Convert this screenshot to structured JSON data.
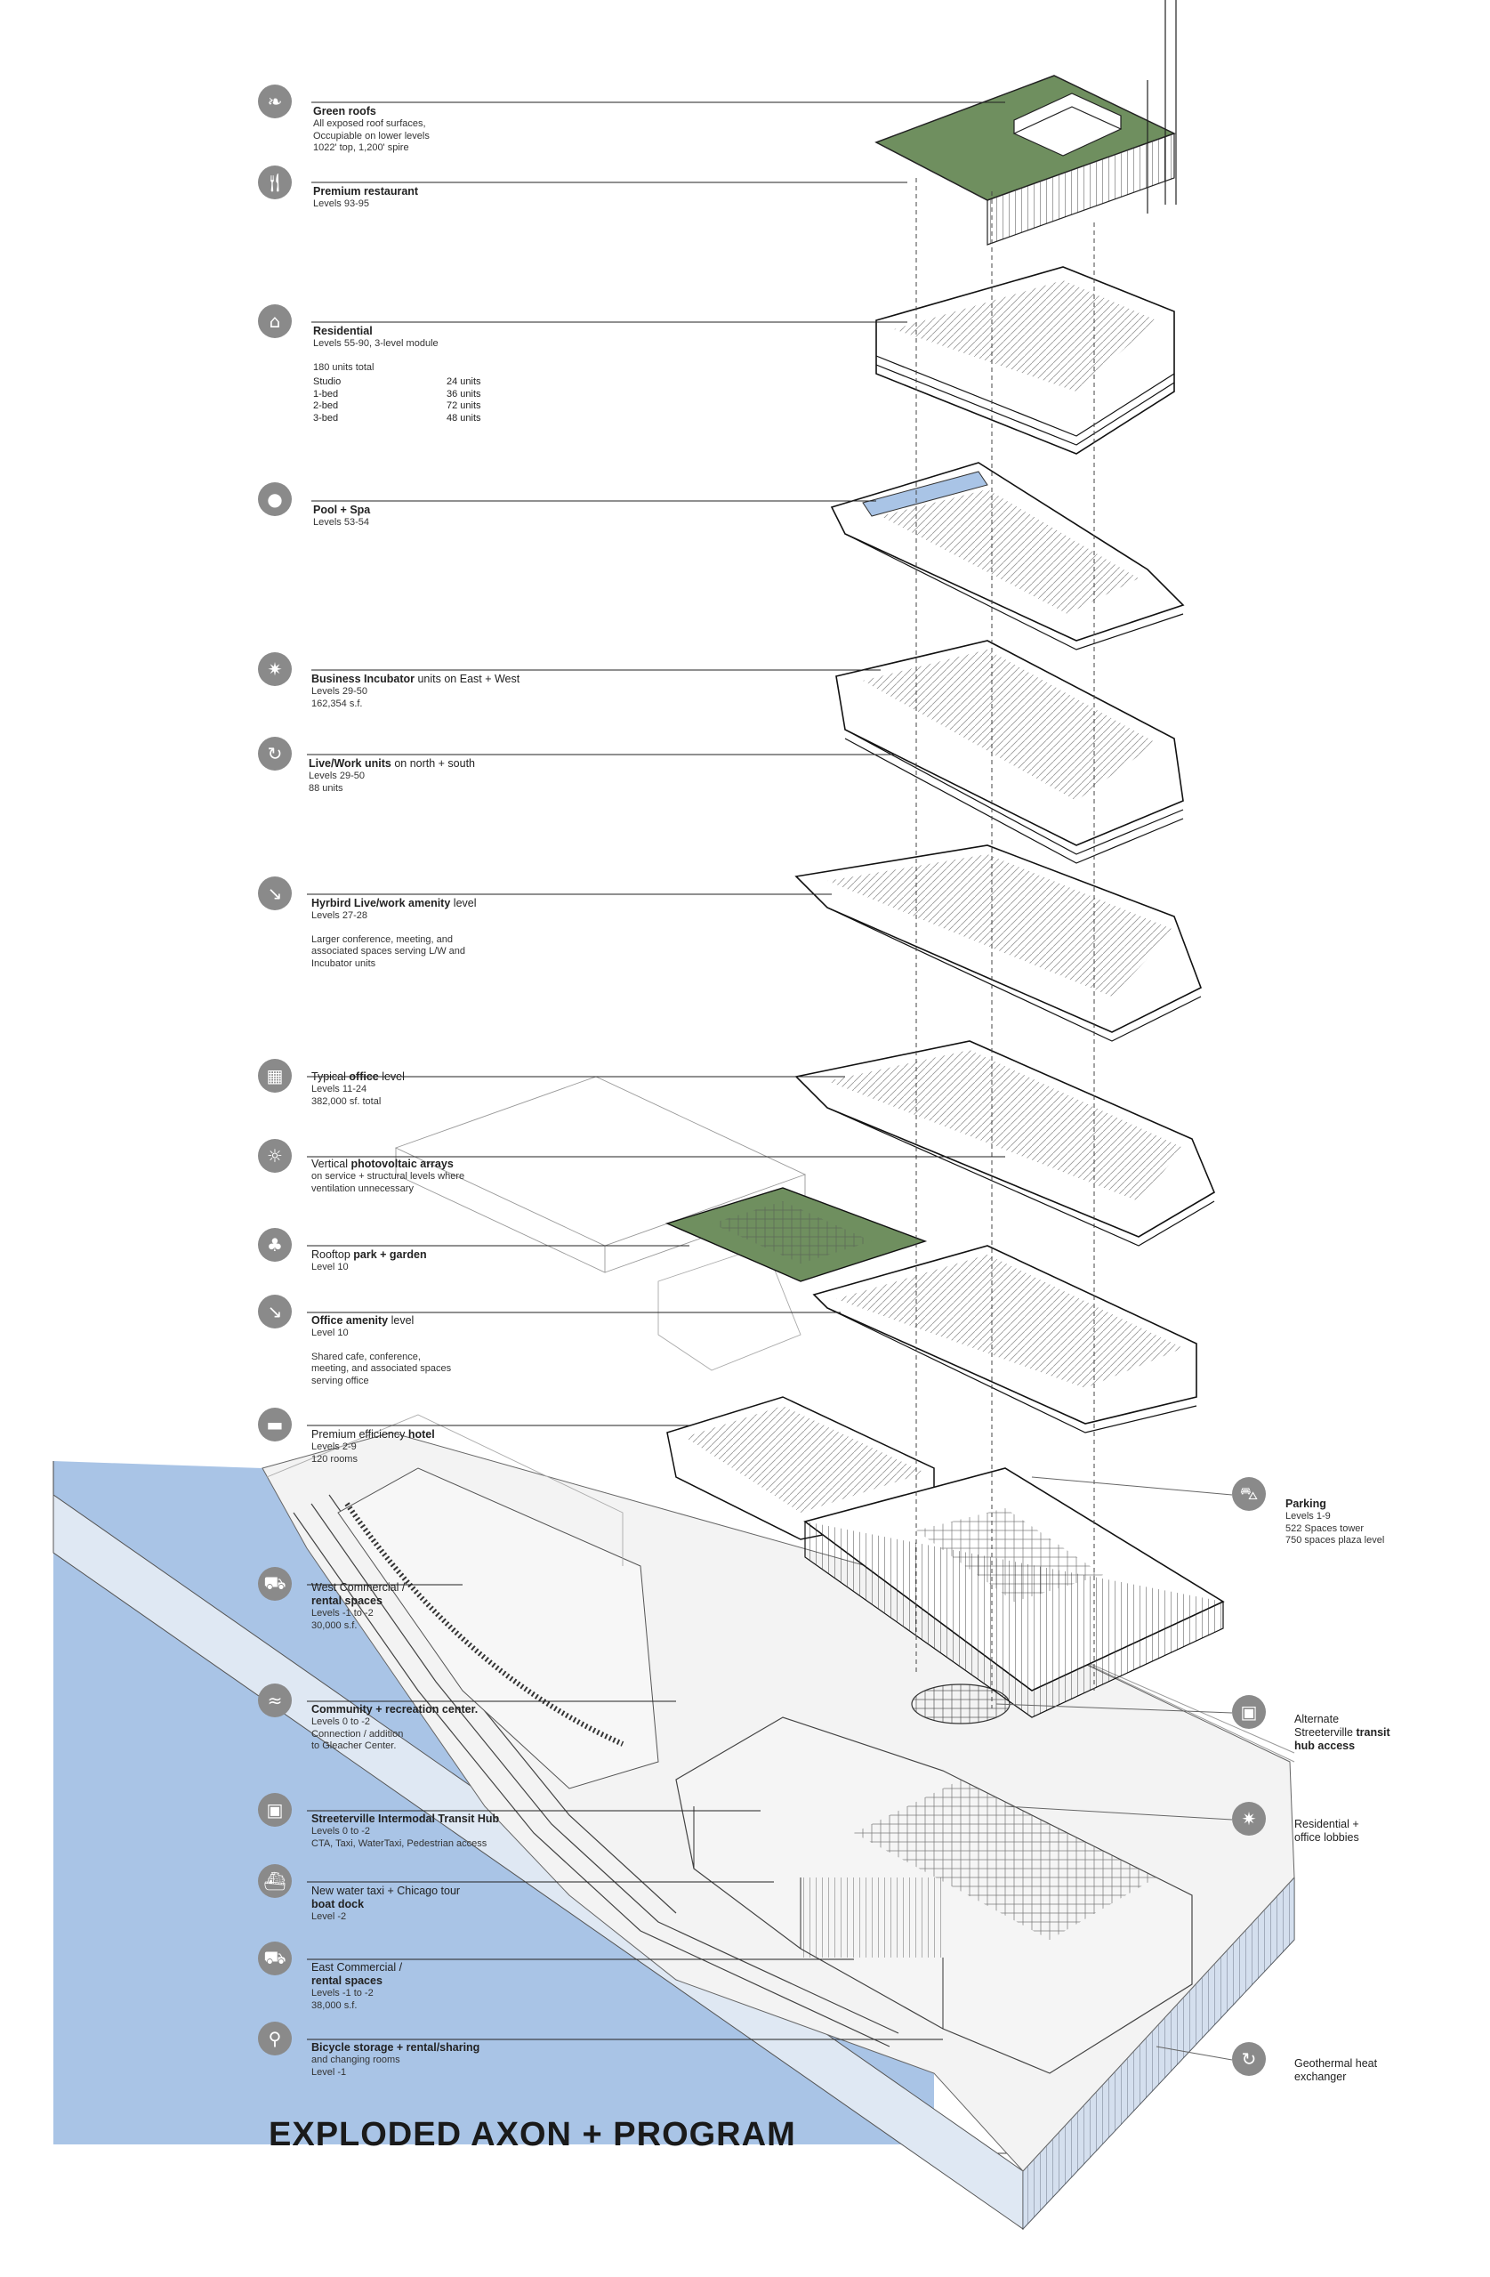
{
  "title": "EXPLODED AXON + PROGRAM",
  "colors": {
    "water": "#a9c4e6",
    "green_roof": "#6f8f5f",
    "icon": "#8a8a8a",
    "line": "#222222"
  },
  "labels": [
    {
      "id": "green-roofs",
      "icon": "leaf-icon",
      "title_bold": "Green roofs",
      "title_rest": "",
      "lines": [
        "All exposed roof surfaces,",
        "Occupiable on lower levels",
        "1022' top, 1,200' spire"
      ]
    },
    {
      "id": "premium-restaurant",
      "icon": "fork-knife-icon",
      "title_bold": "Premium restaurant",
      "title_rest": "",
      "lines": [
        "Levels 93-95"
      ]
    },
    {
      "id": "residential",
      "icon": "house-icon",
      "title_bold": "Residential",
      "title_rest": "",
      "lines": [
        "Levels 55-90,  3-level module",
        "",
        "180 units total"
      ]
    },
    {
      "id": "pool-spa",
      "icon": "drop-icon",
      "title_bold": "Pool + Spa",
      "title_rest": "",
      "lines": [
        "Levels 53-54"
      ]
    },
    {
      "id": "business-incubator",
      "icon": "compass-star-icon",
      "title_bold": "Business Incubator",
      "title_rest": " units on East + West",
      "lines": [
        "Levels 29-50",
        "162,354 s.f."
      ]
    },
    {
      "id": "live-work-units",
      "icon": "recycle-arrow-icon",
      "title_bold": "Live/Work units",
      "title_rest": " on north + south",
      "lines": [
        "Levels 29-50",
        "88 units"
      ]
    },
    {
      "id": "hybrid-amenity",
      "icon": "arrow-down-right-icon",
      "title_bold": "Hyrbird Live/work amenity",
      "title_rest": " level",
      "lines": [
        "Levels 27-28",
        "",
        "Larger conference, meeting, and",
        "associated spaces serving  L/W and",
        "Incubator units"
      ]
    },
    {
      "id": "typical-office",
      "icon": "office-building-icon",
      "title_pre": "Typical ",
      "title_bold": "office",
      "title_rest": " level",
      "lines": [
        "Levels 11-24",
        "382,000 sf. total"
      ]
    },
    {
      "id": "photovoltaic",
      "icon": "sun-icon",
      "title_pre": "Vertical ",
      "title_bold": "photovoltaic arrays",
      "title_rest": "",
      "lines": [
        "on service + structural  levels where",
        "ventilation unnecessary"
      ]
    },
    {
      "id": "rooftop-park",
      "icon": "tree-icon",
      "title_pre": "Rooftop ",
      "title_bold": "park + garden",
      "title_rest": "",
      "lines": [
        "Level 10"
      ]
    },
    {
      "id": "office-amenity",
      "icon": "arrow-down-right-icon",
      "title_bold": "Office amenity",
      "title_rest": " level",
      "lines": [
        "Level 10",
        "",
        "Shared cafe, conference,",
        "meeting, and associated spaces",
        "serving  office"
      ]
    },
    {
      "id": "hotel",
      "icon": "bed-icon",
      "title_pre": "Premium efficiency ",
      "title_bold": "hotel",
      "title_rest": "",
      "lines": [
        "Levels 2-9",
        "120 rooms"
      ]
    },
    {
      "id": "west-commercial",
      "icon": "cart-icon",
      "title_pre": "West Commercial /",
      "title_bold": "",
      "title_rest": "",
      "title2_bold": "rental spaces",
      "lines": [
        "Levels -1 to -2",
        "30,000 s.f."
      ]
    },
    {
      "id": "community-center",
      "icon": "swimmer-icon",
      "title_bold": "Community + recreation center.",
      "title_rest": "",
      "lines": [
        "Levels 0 to -2",
        "Connection / addition",
        "to Gleacher Center."
      ]
    },
    {
      "id": "transit-hub",
      "icon": "bus-icon",
      "title_bold": "Streeterville Intermodal Transit Hub",
      "title_rest": "",
      "lines": [
        "Levels 0 to -2",
        "CTA, Taxi, WaterTaxi, Pedestrian access"
      ]
    },
    {
      "id": "boat-dock",
      "icon": "boat-icon",
      "title_pre": "New water taxi + Chicago tour",
      "title_bold": "",
      "title_rest": "",
      "title2_bold": "boat dock",
      "lines": [
        "Level -2"
      ]
    },
    {
      "id": "east-commercial",
      "icon": "cart-icon",
      "title_pre": "East Commercial /",
      "title_bold": "",
      "title_rest": "",
      "title2_bold": "rental spaces",
      "lines": [
        "Levels -1 to -2",
        "38,000 s.f."
      ]
    },
    {
      "id": "bicycle",
      "icon": "bicycle-icon",
      "title_bold": "Bicycle storage + rental/sharing",
      "title_rest": "",
      "lines": [
        "and changing rooms",
        "Level -1"
      ]
    }
  ],
  "residential_units": [
    {
      "type": "Studio",
      "count": "24 units"
    },
    {
      "type": "1-bed",
      "count": "36 units"
    },
    {
      "type": "2-bed",
      "count": "72 units"
    },
    {
      "type": "3-bed",
      "count": "48 units"
    }
  ],
  "right_labels": [
    {
      "id": "parking",
      "icon": "car-icon",
      "title_bold": "Parking",
      "lines": [
        "Levels 1-9",
        "522 Spaces tower",
        "750 spaces plaza level"
      ]
    },
    {
      "id": "alt-transit",
      "icon": "bus-icon",
      "lines_plain": [
        "Alternate"
      ],
      "mixed_pre": "Streeterville ",
      "mixed_bold": "transit",
      "last_bold": "hub access"
    },
    {
      "id": "lobbies",
      "icon": "compass-star-icon",
      "lines": [
        "Residential +",
        "office lobbies"
      ]
    },
    {
      "id": "geothermal",
      "icon": "recycle-arrow-icon",
      "lines": [
        "Geothermal heat",
        "exchanger"
      ]
    }
  ]
}
